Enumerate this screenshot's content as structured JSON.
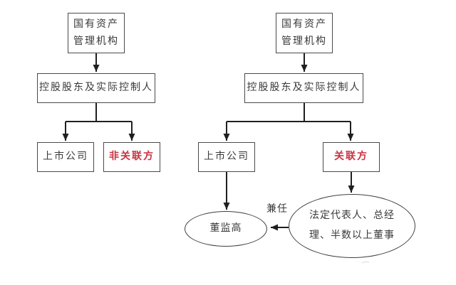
{
  "colors": {
    "connector_line": "#1f1f1f",
    "box_border": "#4a4a4a",
    "text": "#3a3a3a",
    "highlight_red": "#c83240",
    "background": "#ffffff"
  },
  "left_chart": {
    "agency_line1": "国有资产",
    "agency_line2": "管理机构",
    "controller": "控股股东及实际控制人",
    "listed_company": "上市公司",
    "party": "非关联方"
  },
  "right_chart": {
    "agency_line1": "国有资产",
    "agency_line2": "管理机构",
    "controller": "控股股东及实际控制人",
    "listed_company": "上市公司",
    "party": "关联方",
    "directors_ellipse": "董监高",
    "legal_ellipse_line1": "法定代表人、总经",
    "legal_ellipse_line2": "理、半数以上董事",
    "concurrent_label": "兼任"
  }
}
